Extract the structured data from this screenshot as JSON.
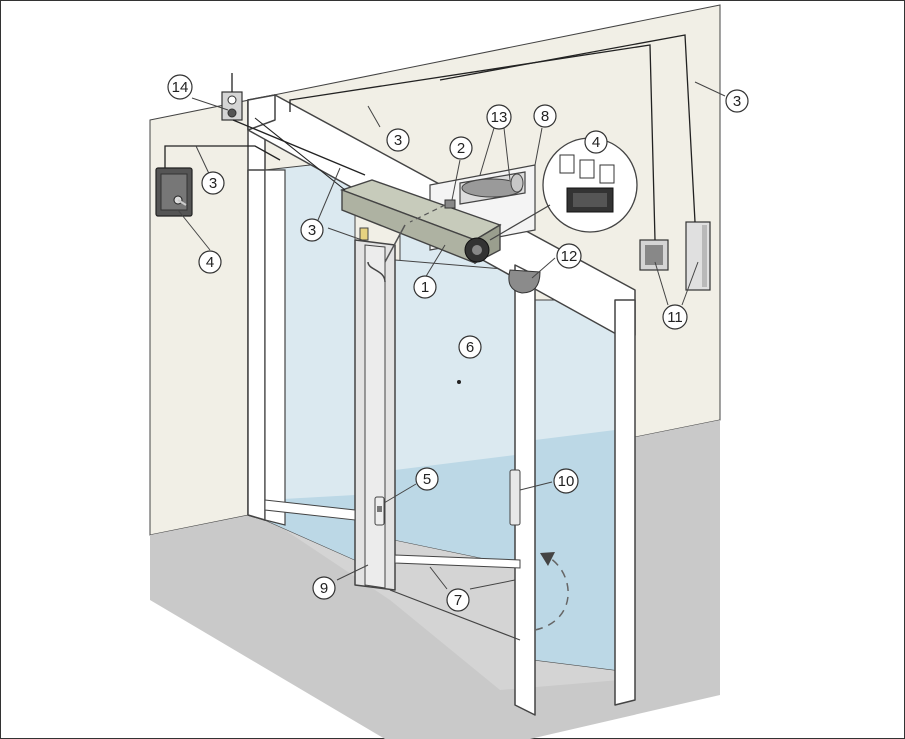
{
  "colors": {
    "wall": "#f1efe6",
    "floor": "#c9c9c9",
    "glass": "#dbe9f0",
    "glass_dark": "#bcd8e6",
    "frame": "#ffffff",
    "outline": "#444444",
    "operator": "#bfc3b4",
    "wire": "#222222"
  },
  "callouts": [
    {
      "id": "c1",
      "label": "1"
    },
    {
      "id": "c2",
      "label": "2"
    },
    {
      "id": "c3a",
      "label": "3"
    },
    {
      "id": "c3b",
      "label": "3"
    },
    {
      "id": "c3c",
      "label": "3"
    },
    {
      "id": "c3d",
      "label": "3"
    },
    {
      "id": "c3e",
      "label": "3"
    },
    {
      "id": "c4a",
      "label": "4"
    },
    {
      "id": "c4b",
      "label": "4"
    },
    {
      "id": "c5",
      "label": "5"
    },
    {
      "id": "c6",
      "label": "6"
    },
    {
      "id": "c7",
      "label": "7"
    },
    {
      "id": "c8",
      "label": "8"
    },
    {
      "id": "c9",
      "label": "9"
    },
    {
      "id": "c10",
      "label": "10"
    },
    {
      "id": "c11",
      "label": "11"
    },
    {
      "id": "c12",
      "label": "12"
    },
    {
      "id": "c13",
      "label": "13"
    },
    {
      "id": "c14",
      "label": "14"
    }
  ],
  "icons": [
    "key-switch-icon",
    "program-selector-icon",
    "push-button-icon",
    "door-operator-icon",
    "motion-sensor-icon",
    "electric-lock-icon"
  ]
}
